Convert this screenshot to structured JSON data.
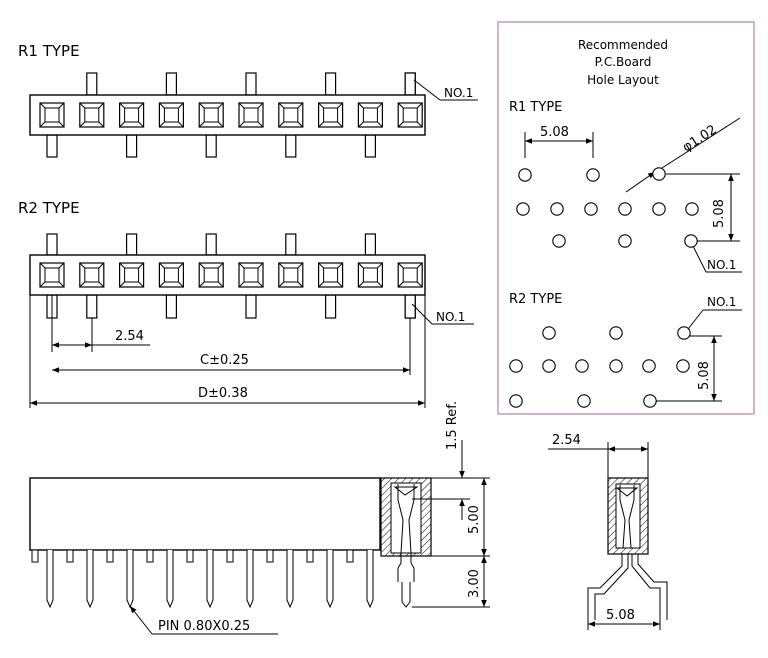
{
  "r1_type": "R1  TYPE",
  "r2_type": "R2  TYPE",
  "no1": "NO.1",
  "dim_254": "2.54",
  "dim_c": "C±0.25",
  "dim_d": "D±0.38",
  "dim_15_ref": "1.5 Ref.",
  "dim_500": "5.00",
  "dim_300": "3.00",
  "pin_label": "PIN  0.80X0.25",
  "side_254": "2.54",
  "side_508": "5.08",
  "pcb": {
    "title_line1": "Recommended",
    "title_line2": "P.C.Board",
    "title_line3": "Hole  Layout",
    "r1_type": "R1  TYPE",
    "r2_type": "R2  TYPE",
    "dim_508_top": "5.08",
    "dim_phi": "φ1.02",
    "dim_508_r1": "5.08",
    "no1_r1": "NO.1",
    "no1_r2": "NO.1",
    "dim_508_r2": "5.08"
  },
  "colors": {
    "pcb_border": "#c39cc3",
    "lines": "#000000"
  }
}
